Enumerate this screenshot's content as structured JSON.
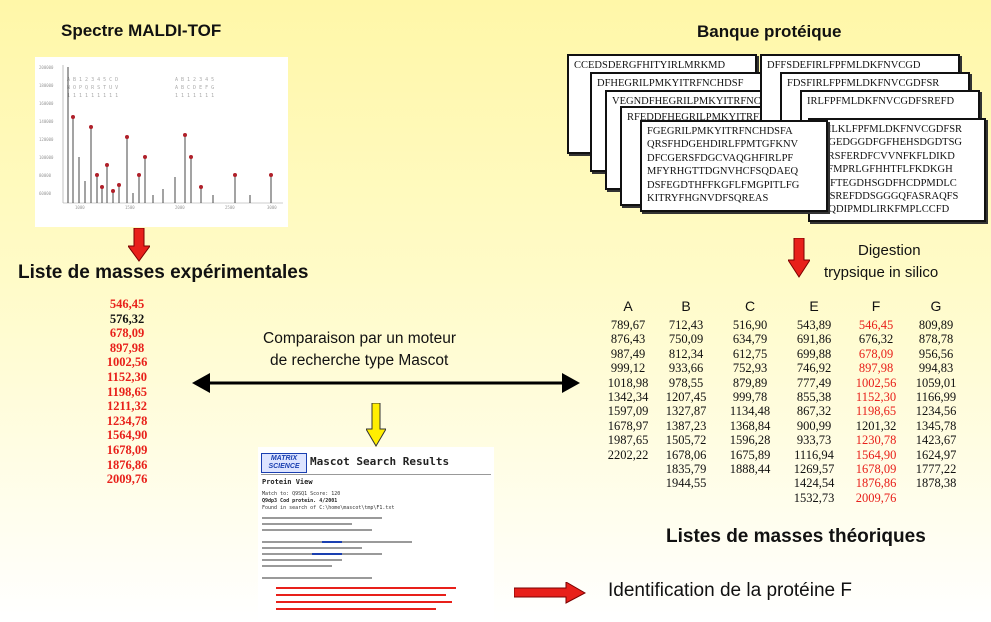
{
  "titles": {
    "spectrum": "Spectre MALDI-TOF",
    "bank": "Banque protéique",
    "exp_list": "Liste de masses expérimentales",
    "theo_list": "Listes de masses théoriques",
    "comparison_line1": "Comparaison par un moteur",
    "comparison_line2": "de recherche  type Mascot",
    "digestion_line1": "Digestion",
    "digestion_line2": "trypsique in silico",
    "identification": "Identification de la protéine F"
  },
  "protein_card_lines": [
    "FGEGRILPMKYITRFNCHDSFA",
    "QRSFHDGEHDIRLFPMTGFKNV",
    "DFCGERSFDGCVAQGHFIRLPF",
    "MFYRHGTTDGNVHCFSQDAEQ",
    "DSFEGDTHFFKGFLFMGPITLFG",
    "KITRYFHGNVDFSQREAS"
  ],
  "right_card_lines": [
    "RMLKLFPFMLDKFNVCGDFSR",
    "FDGEDGGDFGFHEHSDGDTSG",
    "FARSFERDFCVVNFKFLDIKD",
    "FLFMPRLGFHHTFLFKDKGH",
    "DGFTEGDHSGDFHCDPMDLC",
    "CDSREFDDSGGGQFASRAQFS",
    "SDQDIPMDLIRKFMPLCCFD"
  ],
  "back_card_lines": {
    "a": "CCEDSDERGFHITYIRLMRKMD",
    "b": "DFHEGRILPMKYITRFNCHDSF",
    "c": "VEGNDFHEGRILPMKYITRFNC",
    "d": "RFEDDFHEGRILPMKYITRFNC",
    "e": "DFFSDEFIRLFPFMLDKFNVCGD",
    "f": "FDSFIRLFPFMLDKFNVCGDFSR",
    "g": "IRLFPFMLDKFNVCGDFSREFD"
  },
  "experimental_masses": [
    "546,45",
    "576,32",
    "678,09",
    "897,98",
    "1002,56",
    "1152,30",
    "1198,65",
    "1211,32",
    "1234,78",
    "1564,90",
    "1678,09",
    "1876,86",
    "2009,76"
  ],
  "experimental_colors": [
    "red",
    "black",
    "red",
    "red",
    "red",
    "red",
    "red",
    "red",
    "red",
    "red",
    "red",
    "red",
    "red"
  ],
  "theoretical_table": {
    "columns": [
      {
        "header": "A",
        "values": [
          "789,67",
          "876,43",
          "987,49",
          "999,12",
          "1018,98",
          "1342,34",
          "1597,09",
          "1678,97",
          "1987,65",
          "2202,22"
        ],
        "red": false
      },
      {
        "header": "B",
        "values": [
          "712,43",
          "750,09",
          "812,34",
          "933,66",
          "978,55",
          "1207,45",
          "1327,87",
          "1387,23",
          "1505,72",
          "1678,06",
          "1835,79",
          "1944,55"
        ],
        "red": false
      },
      {
        "header": "C",
        "values": [
          "516,90",
          "634,79",
          "612,75",
          "752,93",
          "879,89",
          "999,78",
          "1134,48",
          "1368,84",
          "1596,28",
          "1675,89",
          "1888,44"
        ],
        "red": false
      },
      {
        "header": "E",
        "values": [
          "543,89",
          "691,86",
          "699,88",
          "746,92",
          "777,49",
          "855,38",
          "867,32",
          "900,99",
          "933,73",
          "1116,94",
          "1269,57",
          "1424,54",
          "1532,73"
        ],
        "red": false
      },
      {
        "header": "F",
        "values": [
          "546,45",
          "676,32",
          "678,09",
          "897,98",
          "1002,56",
          "1152,30",
          "1198,65",
          "1201,32",
          "1230,78",
          "1564,90",
          "1678,09",
          "1876,86",
          "2009,76"
        ],
        "red": true,
        "black_indices": [
          1,
          7
        ]
      },
      {
        "header": "G",
        "values": [
          "809,89",
          "878,78",
          "956,56",
          "994,83",
          "1059,01",
          "1166,99",
          "1234,56",
          "1345,78",
          "1423,67",
          "1624,97",
          "1777,22",
          "1878,38"
        ],
        "red": false
      }
    ]
  },
  "mascot": {
    "logo_top": "MATRIX",
    "logo_bottom": "SCIENCE",
    "title": "Mascot Search Results",
    "section": "Protein View",
    "line1": "Match to: Q9SQ1 Score: 120",
    "line2": "Q9dp3 Cod protein. 4/2001",
    "line3": "Found in search of C:\\home\\mascot\\tmp\\F1.txt",
    "colors": {
      "red": "#e8201a",
      "blue": "#1a3fb0"
    }
  },
  "colors": {
    "arrow_red": "#e8201a",
    "arrow_yellow": "#ffee00",
    "highlight_red": "#e8201a"
  }
}
